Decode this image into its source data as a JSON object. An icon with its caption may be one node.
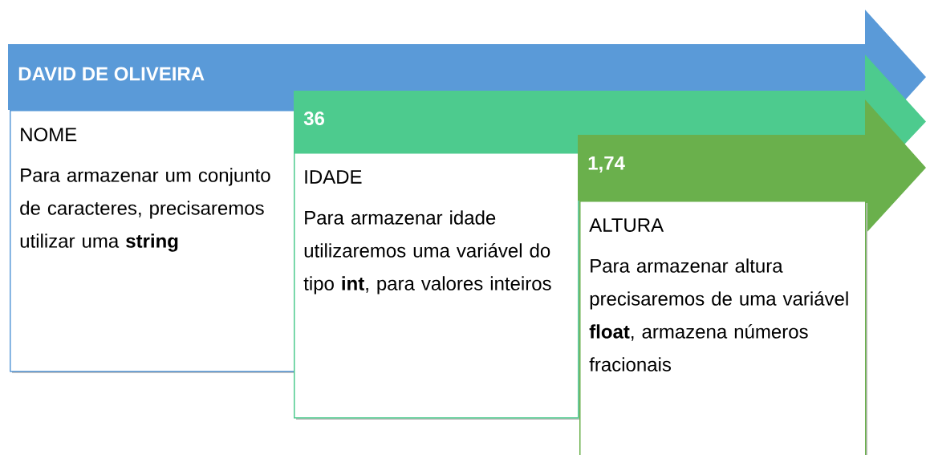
{
  "diagram": {
    "nodes": [
      {
        "text": [
          "DAVID DE OLIVEIRA"
        ]
      },
      {
        "text": [
          "NOME",
          "Para armazenar um conjunto de caracteres, precisaremos utilizar uma **string**"
        ]
      },
      {
        "text": [
          "36"
        ]
      },
      {
        "text": [
          "IDADE",
          "Para armazenar idade utilizaremos uma variável do tipo **int**, para valores inteiros"
        ]
      },
      {
        "text": [
          "1,74"
        ]
      },
      {
        "text": [
          "ALTURA",
          "Para armazenar altura precisaremos de uma variável **float**, armazena números fracionais"
        ]
      }
    ]
  }
}
